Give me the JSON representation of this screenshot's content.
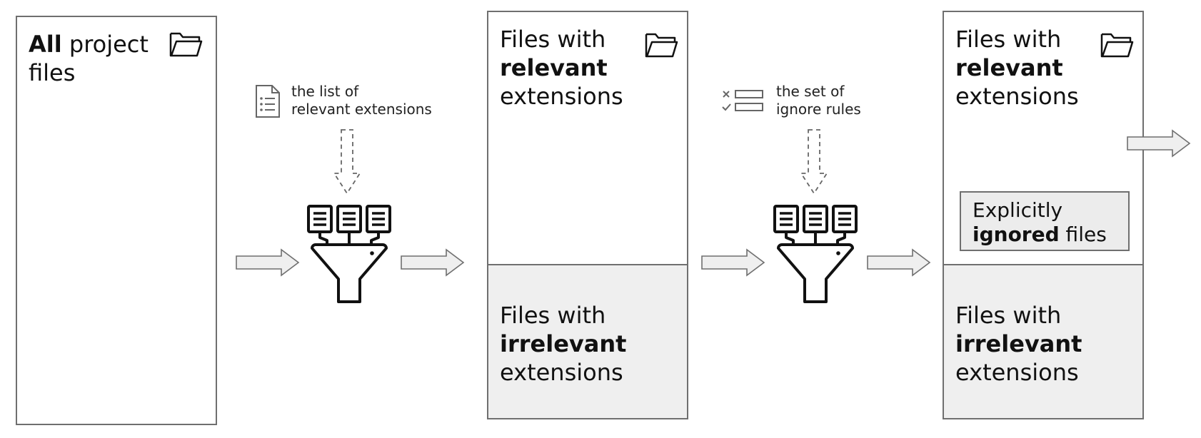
{
  "diagram": {
    "box1": {
      "strong": "All",
      "rest": " project",
      "line2": "files"
    },
    "step1_label": [
      "the list of",
      "relevant extensions"
    ],
    "step2_label": [
      "the set of",
      "ignore rules"
    ],
    "box2": {
      "top": {
        "line1": "Files with",
        "strong": "relevant",
        "line3": "extensions"
      },
      "bottom": {
        "line1": "Files with",
        "strong": "irrelevant",
        "line3": "extensions"
      }
    },
    "box3": {
      "top": {
        "line1": "Files with",
        "strong": "relevant",
        "line3": "extensions"
      },
      "explicit": {
        "line1": "Explicitly",
        "strong": "ignored",
        "rest": " files"
      },
      "bottom": {
        "line1": "Files with",
        "strong": "irrelevant",
        "line3": "extensions"
      }
    },
    "icons": [
      "folder-icon",
      "document-list-icon",
      "checklist-icon",
      "funnel-icon",
      "arrow-right-icon"
    ],
    "colors": {
      "stroke": "#6f6f6f",
      "fill_gray": "#efefef",
      "icon": "#111111"
    }
  }
}
